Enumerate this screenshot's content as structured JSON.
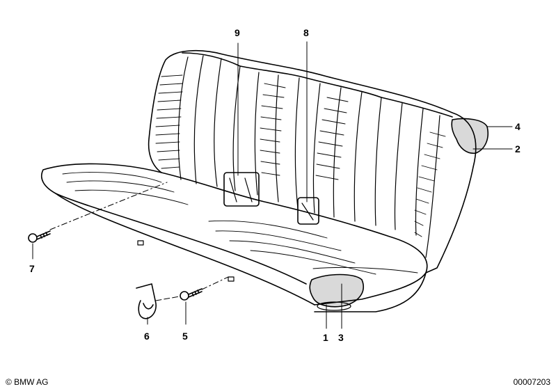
{
  "callouts": {
    "c1": "1",
    "c2": "2",
    "c3": "3",
    "c4": "4",
    "c5": "5",
    "c6": "6",
    "c7": "7",
    "c8": "8",
    "c9": "9"
  },
  "footer": {
    "copyright": "© BMW AG",
    "diagram_number": "00007203"
  },
  "colors": {
    "line": "#000000",
    "background": "#ffffff"
  }
}
